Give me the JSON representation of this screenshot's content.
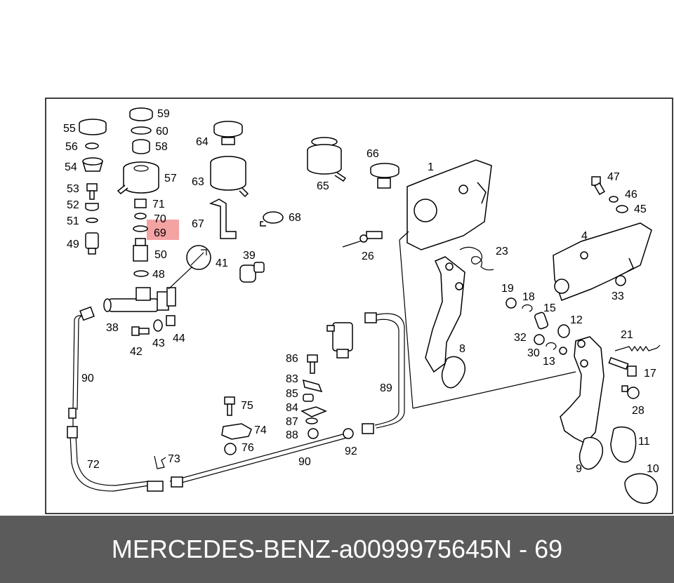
{
  "footer": {
    "brand": "MERCEDES-BENZ",
    "separator": "-",
    "part_number": "a0099975645",
    "position_label": "N - 69"
  },
  "highlight": {
    "label": "69",
    "color": "#f4a3a3"
  },
  "callouts": [
    "55",
    "56",
    "54",
    "53",
    "52",
    "51",
    "49",
    "59",
    "60",
    "58",
    "57",
    "71",
    "70",
    "69",
    "50",
    "48",
    "64",
    "63",
    "67",
    "68",
    "41",
    "39",
    "38",
    "42",
    "43",
    "44",
    "65",
    "66",
    "1",
    "26",
    "23",
    "47",
    "46",
    "45",
    "4",
    "33",
    "19",
    "18",
    "15",
    "12",
    "32",
    "30",
    "13",
    "21",
    "17",
    "28",
    "8",
    "9",
    "11",
    "10",
    "90",
    "72",
    "73",
    "75",
    "74",
    "76",
    "86",
    "83",
    "85",
    "84",
    "87",
    "88",
    "89",
    "92"
  ]
}
